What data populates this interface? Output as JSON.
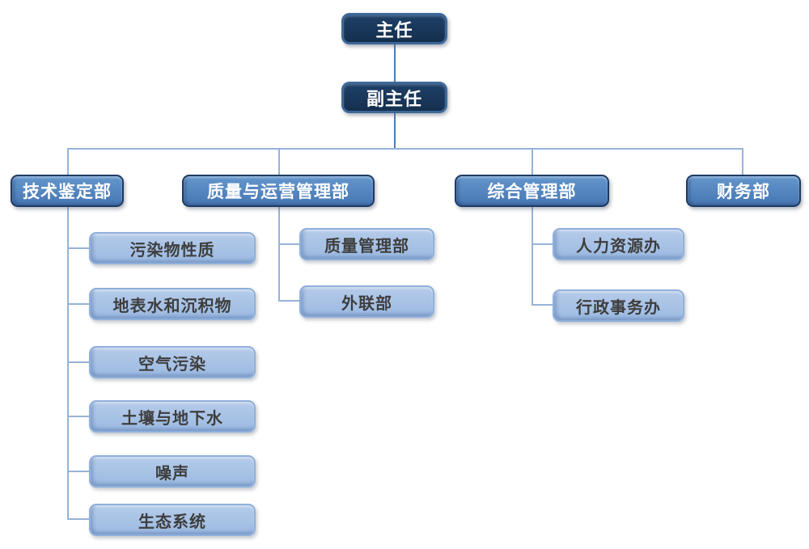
{
  "nodes": {
    "director": {
      "label": "主任"
    },
    "deputy_director": {
      "label": "副主任"
    }
  },
  "departments": [
    {
      "label": "技术鉴定部",
      "children": [
        "污染物性质",
        "地表水和沉积物",
        "空气污染",
        "土壤与地下水",
        "噪声",
        "生态系统"
      ]
    },
    {
      "label": "质量与运营管理部",
      "children": [
        "质量管理部",
        "外联部"
      ]
    },
    {
      "label": "综合管理部",
      "children": [
        "人力资源办",
        "行政事务办"
      ]
    },
    {
      "label": "财务部",
      "children": []
    }
  ],
  "colors": {
    "level1_fill": "#152F4E",
    "level1_border": "#3D6899",
    "level2_fill": "#4E81BD",
    "level2_border": "#1E3A66",
    "level3_fill": "#A9C3E4",
    "level3_border": "#8FB0DC",
    "connector": "#95B3D7",
    "connector_feed": "#4E7CB8",
    "text_light": "#FFFFFF",
    "text_dark": "#3E3E3E"
  }
}
